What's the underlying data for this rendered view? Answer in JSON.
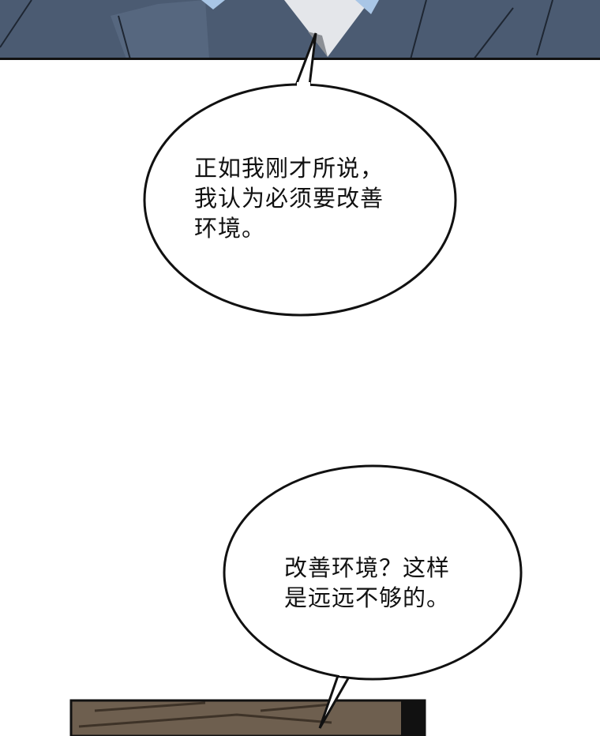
{
  "panels": [
    {
      "bubbles": [
        {
          "lines": [
            "正如我刚才所说，",
            "我认为必须要改善",
            "环境。"
          ]
        }
      ]
    },
    {
      "bubbles": [
        {
          "lines": [
            "改善环境？这样",
            "是远远不够的。"
          ]
        }
      ]
    }
  ],
  "colors": {
    "suit": "#4b5b72",
    "hair": "#6e5f4f",
    "outline": "#111111"
  }
}
